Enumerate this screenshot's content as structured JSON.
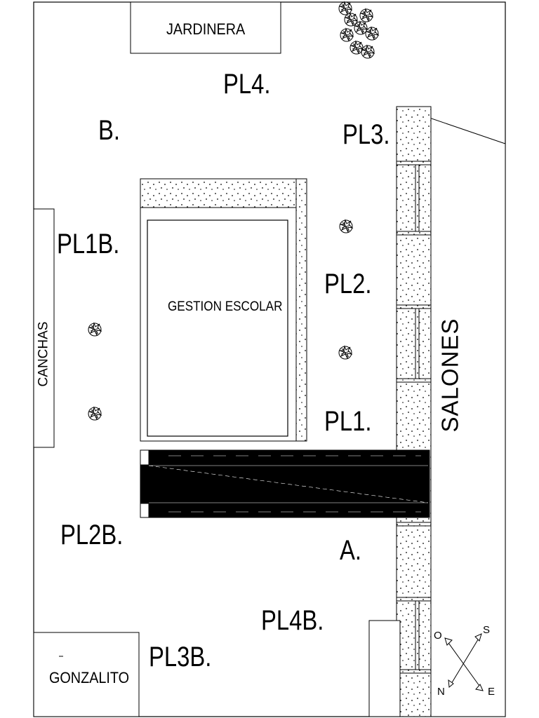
{
  "labels": {
    "jardinera": "JARDINERA",
    "pl4": "PL4.",
    "b": "B.",
    "pl3": "PL3.",
    "pl1b": "PL1B.",
    "pl2": "PL2.",
    "gestion_escolar": "GESTION ESCOLAR",
    "canchas": "CANCHAS",
    "salones": "SALONES",
    "pl1": "PL1.",
    "pl2b": "PL2B.",
    "a": "A.",
    "pl4b": "PL4B.",
    "pl3b": "PL3B.",
    "gonzalito": "GONZALITO"
  },
  "compass": {
    "o": "O",
    "s": "S",
    "n": "N",
    "e": "E"
  },
  "icons": {
    "tree": "tree-icon",
    "compass": "compass-icon"
  },
  "colors": {
    "line": "#000000",
    "background": "#ffffff"
  }
}
